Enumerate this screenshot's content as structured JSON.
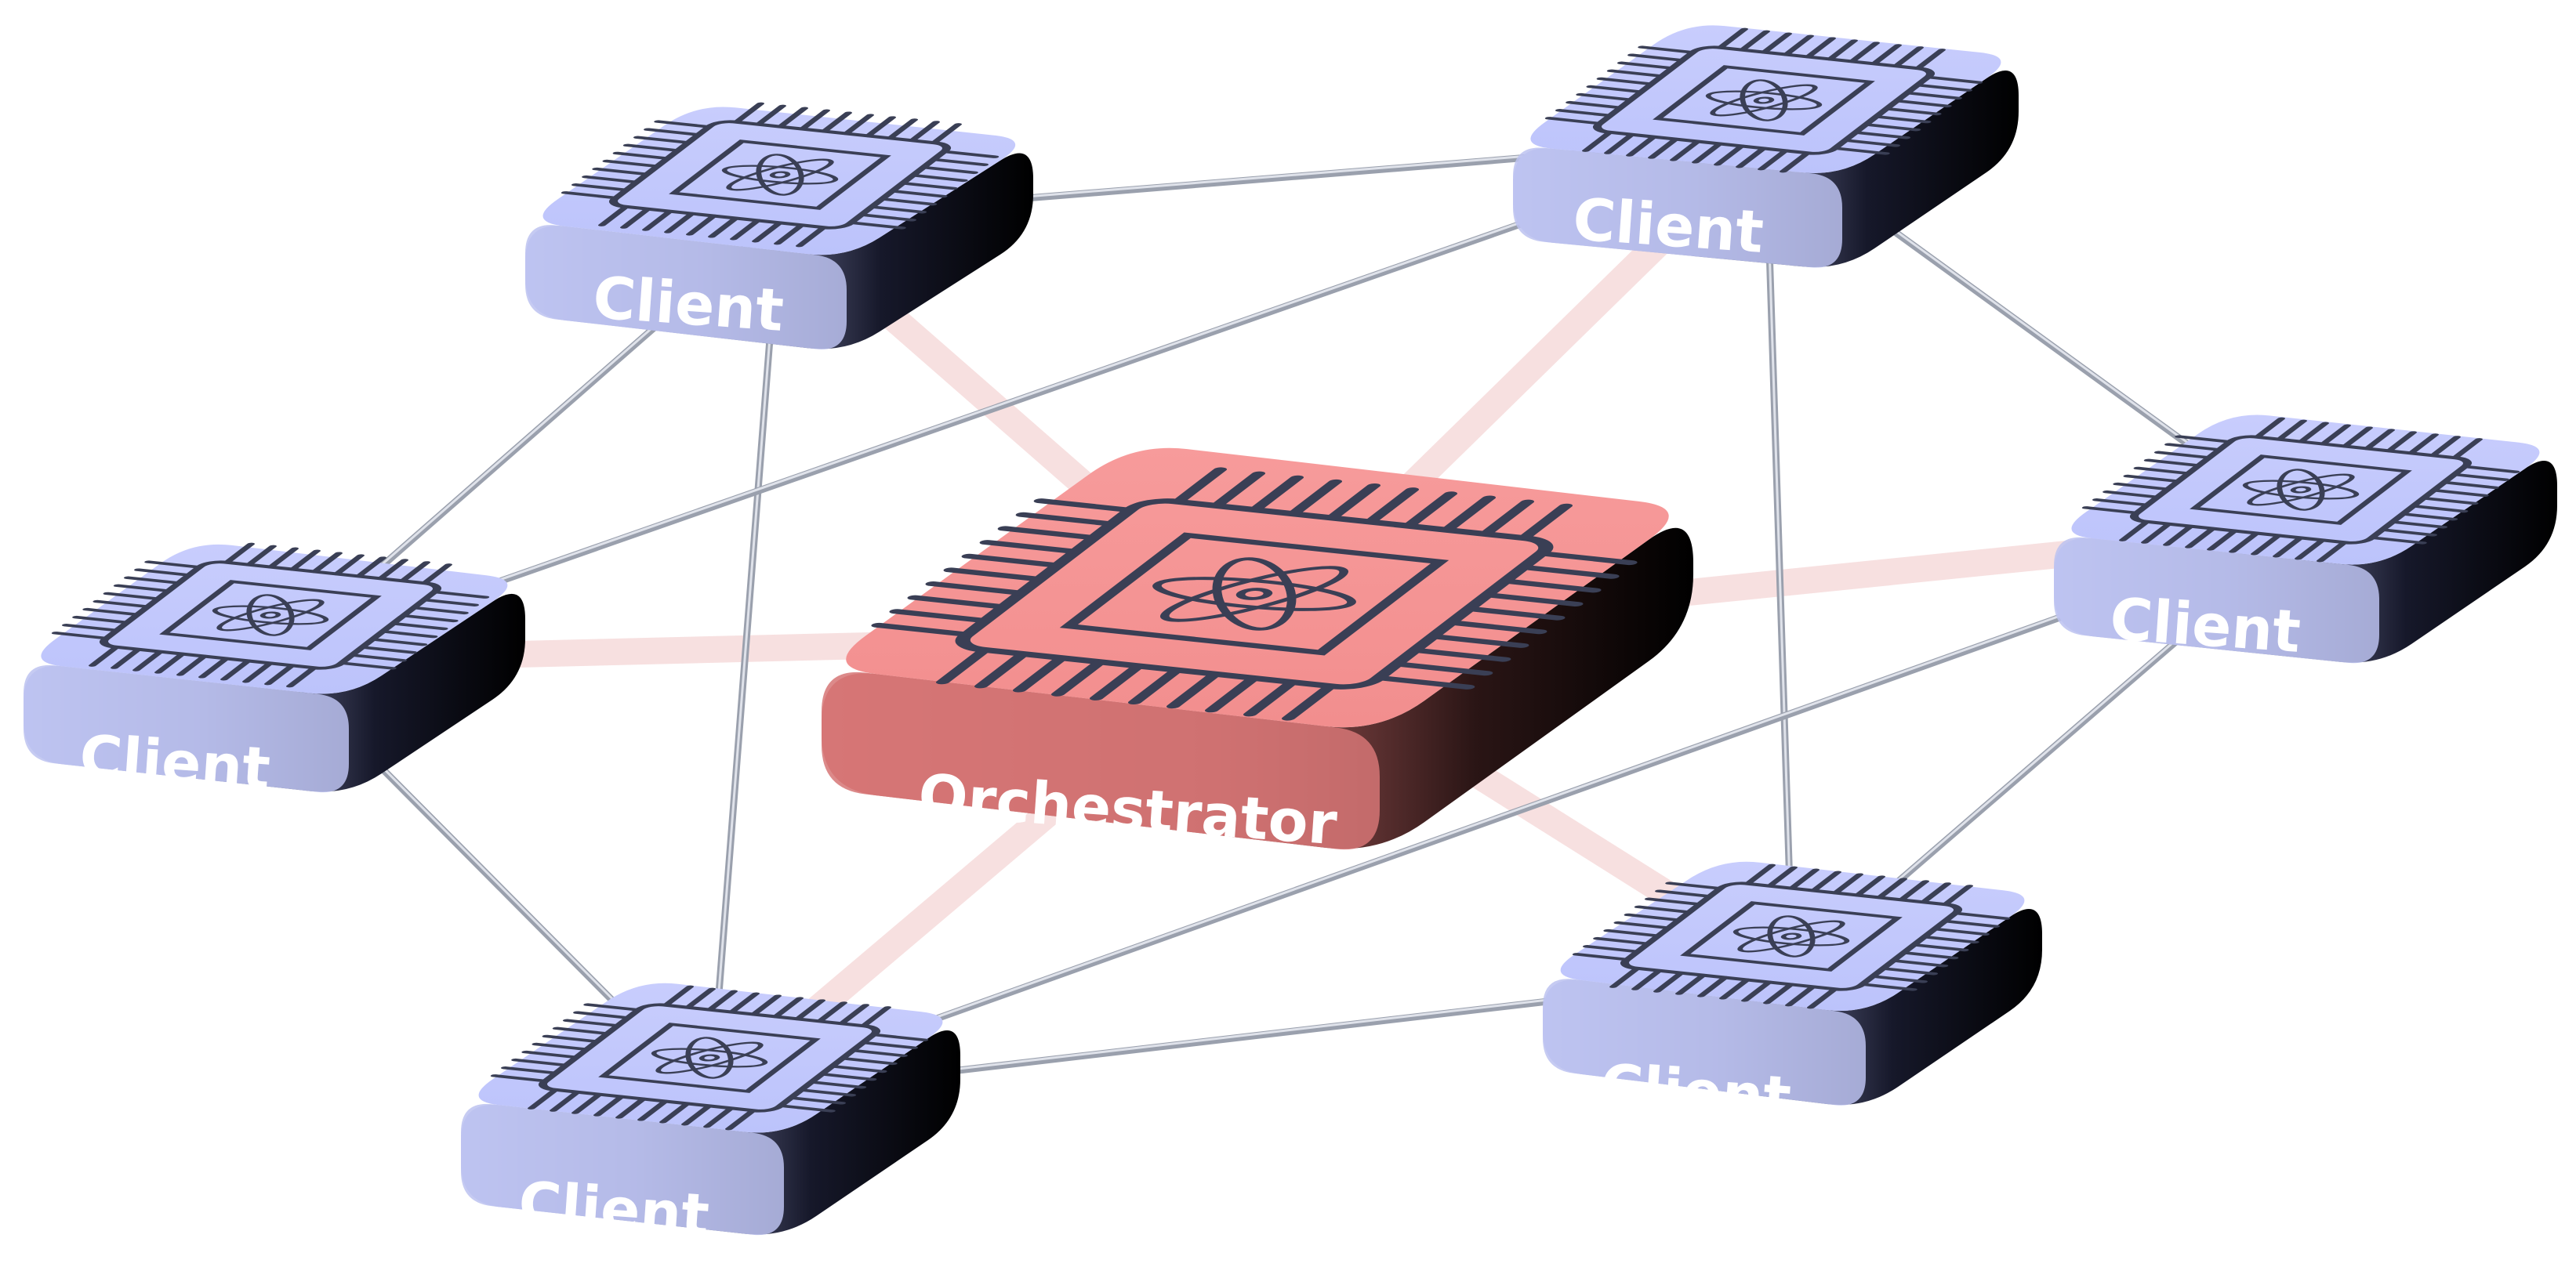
{
  "diagram": {
    "orchestrator": {
      "label": "Orchestrator",
      "icon": "quantum-chip-icon"
    },
    "clients": [
      {
        "id": "c1",
        "label": "Client",
        "icon": "quantum-chip-icon"
      },
      {
        "id": "c2",
        "label": "Client",
        "icon": "quantum-chip-icon"
      },
      {
        "id": "c3",
        "label": "Client",
        "icon": "quantum-chip-icon"
      },
      {
        "id": "c4",
        "label": "Client",
        "icon": "quantum-chip-icon"
      },
      {
        "id": "c5",
        "label": "Client",
        "icon": "quantum-chip-icon"
      },
      {
        "id": "c6",
        "label": "Client",
        "icon": "quantum-chip-icon"
      }
    ],
    "client_links": [
      [
        "c1",
        "c2"
      ],
      [
        "c1",
        "c3"
      ],
      [
        "c1",
        "c5"
      ],
      [
        "c2",
        "c3"
      ],
      [
        "c2",
        "c6"
      ],
      [
        "c2",
        "c4"
      ],
      [
        "c3",
        "c5"
      ],
      [
        "c4",
        "c6"
      ],
      [
        "c4",
        "c5"
      ],
      [
        "c5",
        "c6"
      ]
    ],
    "orchestrator_links": [
      "c1",
      "c2",
      "c3",
      "c4",
      "c5",
      "c6"
    ],
    "colors": {
      "client_top": "#c3c9fd",
      "client_front": "#bcc2f0",
      "client_side_dark": "#050510",
      "orchestrator_top": "#f59696",
      "orchestrator_front": "#d67676",
      "client_link": "#9aa0ad",
      "orchestrator_link": "#f5d6d6",
      "icon_stroke": "#3a3f55"
    }
  }
}
